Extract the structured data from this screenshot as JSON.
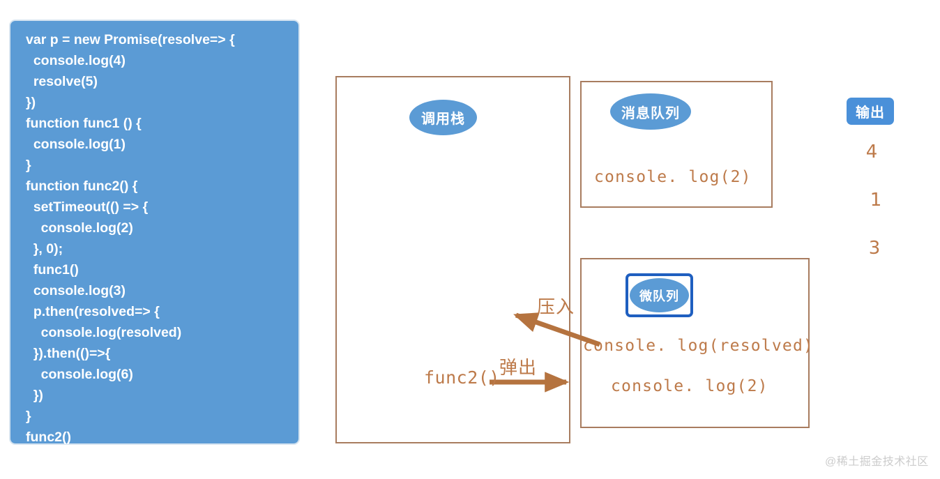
{
  "code_panel": {
    "name": "javascript-source-code",
    "lines": [
      "var p = new Promise(resolve=> {",
      "  console.log(4)",
      "  resolve(5)",
      "})",
      "function func1 () {",
      "  console.log(1)",
      "}",
      "function func2() {",
      "  setTimeout(() => {",
      "    console.log(2)",
      "  }, 0);",
      "  func1()",
      "  console.log(3)",
      "  p.then(resolved=> {",
      "    console.log(resolved)",
      "  }).then(()=>{",
      "    console.log(6)",
      "  })",
      "}",
      "func2()"
    ]
  },
  "diagram": {
    "call_stack": {
      "label": "调用栈",
      "items": []
    },
    "message_queue": {
      "label": "消息队列",
      "items": [
        "console. log(2)"
      ]
    },
    "micro_queue": {
      "label": "微队列",
      "items": [
        "console. log(resolved)",
        "console. log(2)"
      ]
    },
    "annotations": {
      "push": "压入",
      "pop": "弹出",
      "popped_frame": "func2()"
    }
  },
  "output": {
    "label": "输出",
    "values": [
      "4",
      "1",
      "3"
    ]
  },
  "watermark": "@稀土掘金技术社区",
  "colors": {
    "code_background": "#5b9bd5",
    "box_border": "#a87c5f",
    "accent_brown": "#bd7a4a",
    "badge_blue": "#4a90d9",
    "micro_queue_border": "#1f5fc0"
  }
}
